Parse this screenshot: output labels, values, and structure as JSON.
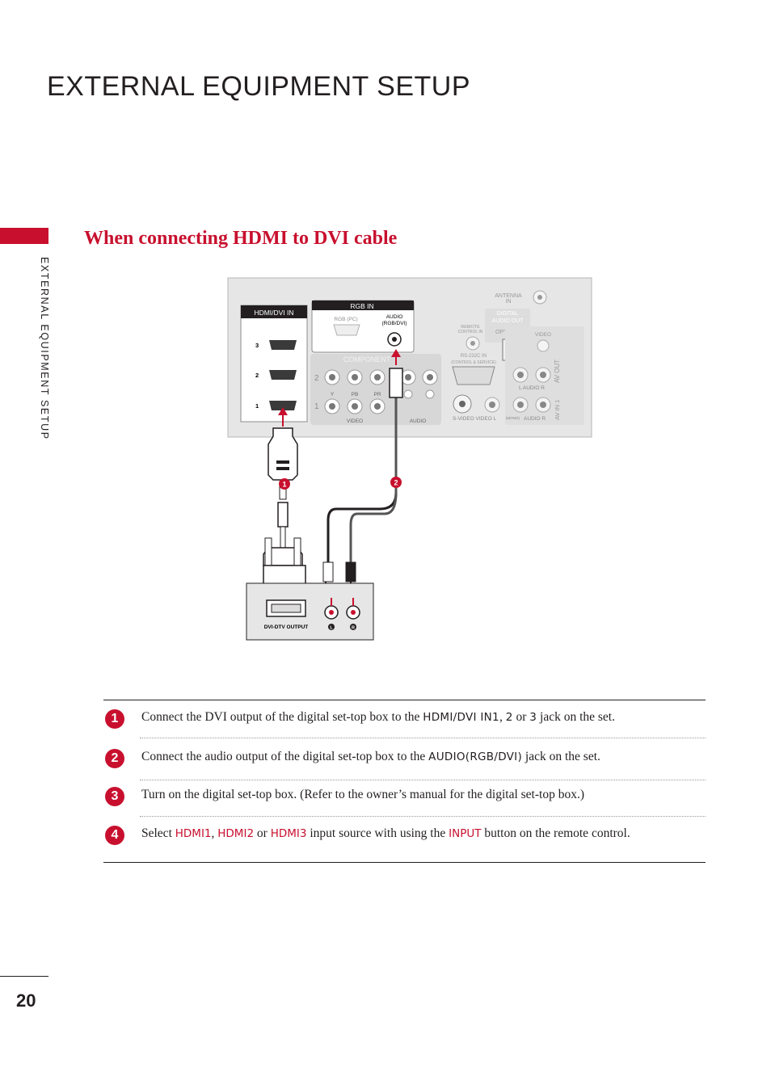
{
  "page": {
    "title": "External Equipment Setup",
    "side_label": "EXTERNAL EQUIPMENT SETUP",
    "number": "20"
  },
  "section": {
    "title": "When connecting HDMI to DVI cable"
  },
  "diagram": {
    "tv_panel": {
      "hdmi_header": "HDMI/DVI IN",
      "hdmi_ports": [
        "3",
        "2",
        "1"
      ],
      "rgb_header": "RGB   IN",
      "rgb_pc_label": "RGB (PC)",
      "audio_label_1": "AUDIO",
      "audio_label_2": "(RGB/DVI)",
      "component_label": "COMPONENT",
      "component_rows": [
        "2",
        "1"
      ],
      "component_sub": [
        "Y",
        "PB",
        "PR"
      ],
      "video_label": "VIDEO",
      "audio_label": "AUDIO",
      "antenna_label_1": "ANTENNA",
      "antenna_label_2": "IN",
      "digital_audio_1": "DIGITAL",
      "digital_audio_2": "AUDIO OUT",
      "optical_label": "OPTICAL",
      "remote_label_1": "REMOTE",
      "remote_label_2": "CONTROL IN",
      "rs232_label_1": "RS-232C IN",
      "rs232_label_2": "(CONTROL & SERVICE)",
      "video_small": "VIDEO",
      "av_out": "AV OUT",
      "av_in": "AV IN 1",
      "audio_lr": "L   AUDIO  R",
      "svideo_row": "S-VIDEO   VIDEO   L",
      "mono_label": "(MONO)",
      "audio_r": "AUDIO  R"
    },
    "callouts": [
      "1",
      "2"
    ],
    "settop": {
      "dvi_label": "DVI-DTV OUTPUT",
      "jack_left": "L",
      "jack_right": "R"
    }
  },
  "steps": [
    {
      "number": "1",
      "pre": "Connect the DVI output of the digital set-top box to the ",
      "k1": "HDMI/DVI IN1",
      "sep1": ", ",
      "k2": "2",
      "sep2": " or ",
      "k3": "3",
      "post": " jack on the set."
    },
    {
      "number": "2",
      "pre": "Connect the audio output of the digital set-top box to the ",
      "k1": "AUDIO(RGB/DVI)",
      "post": " jack on the set."
    },
    {
      "number": "3",
      "text": "Turn on the digital set-top box. (Refer to the owner’s manual for the digital set-top box.)"
    },
    {
      "number": "4",
      "pre": "Select ",
      "k1": "HDMI1",
      "sep1": ", ",
      "k2": "HDMI2",
      "sep2": " or ",
      "k3": "HDMI3",
      "mid": " input source with using the ",
      "k4": "INPUT",
      "post": " button on the remote control."
    }
  ],
  "colors": {
    "accent": "#c8102e",
    "text": "#231f20",
    "panel": "#e6e6e6"
  }
}
